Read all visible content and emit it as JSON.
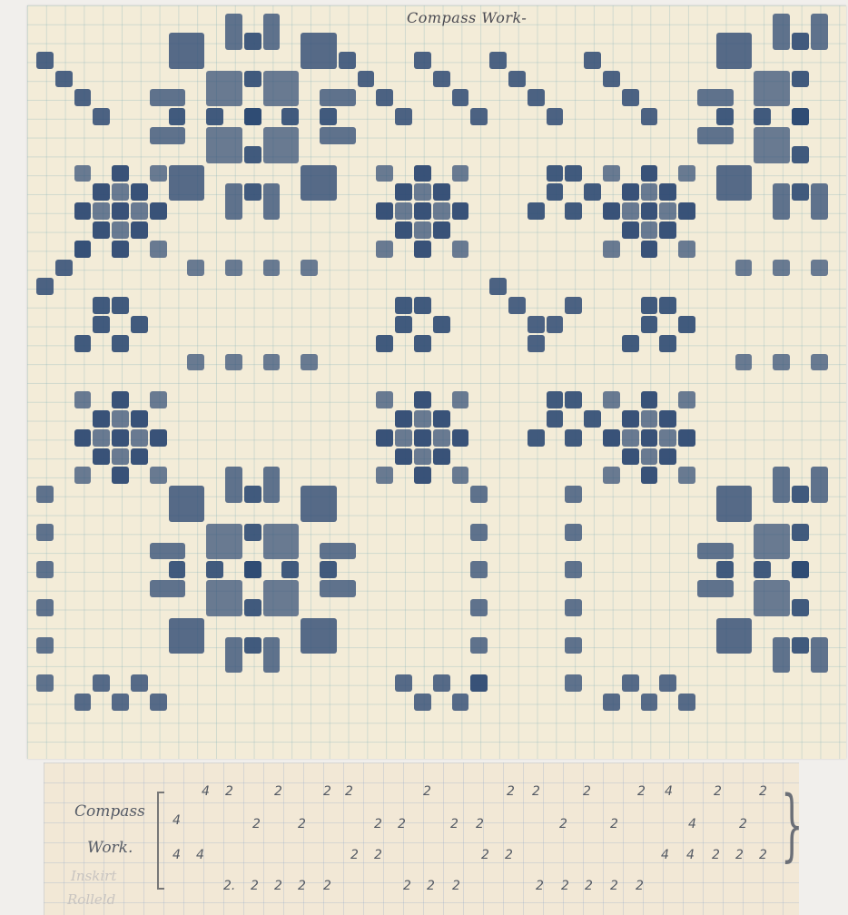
{
  "title": "Compass Work-",
  "draft": {
    "label_line1": "Compass",
    "label_line2": "Work.",
    "faint_line1": "Inskirt",
    "faint_line2": "Rolleld",
    "rows": [
      [
        "4",
        "2",
        "2",
        "2",
        "2",
        "2",
        "2",
        "2",
        "2",
        "2",
        "4",
        "2",
        "2"
      ],
      [
        "4",
        "2",
        "2",
        "2",
        "2",
        "2",
        "2",
        "2",
        "2",
        "4",
        "2"
      ],
      [
        "4",
        "4",
        "2",
        "2",
        "2",
        "2",
        "4",
        "4",
        "2",
        "2",
        "2"
      ],
      [
        "2.",
        "2",
        "2",
        "2",
        "2",
        "2",
        "2",
        "2",
        "2",
        "2",
        "2",
        "2",
        "2"
      ]
    ]
  },
  "colors": {
    "ink": "#2e4a73",
    "paper": "#f3ecd8",
    "grid": "#8fb8c0"
  }
}
